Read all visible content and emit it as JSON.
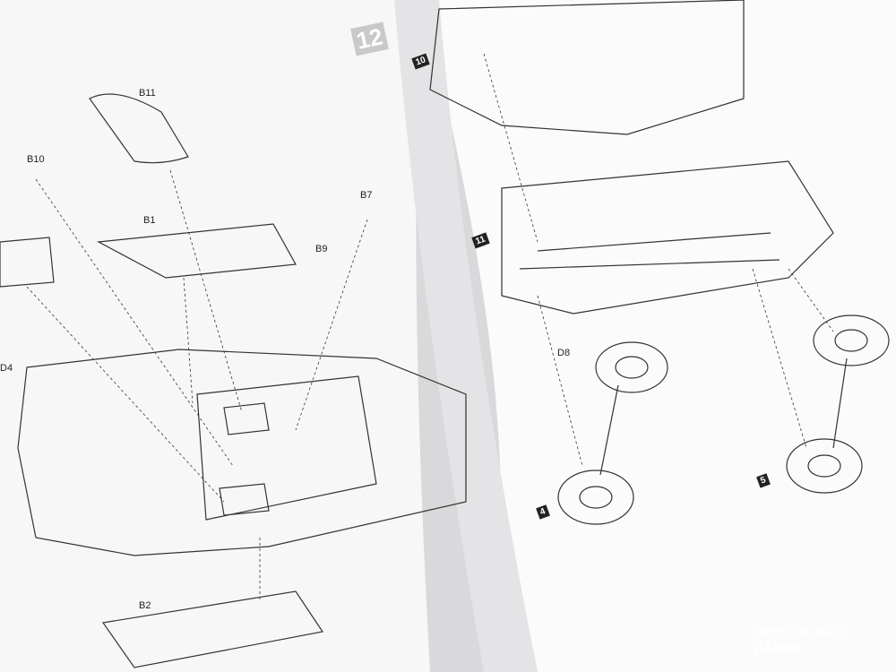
{
  "left_page": {
    "part_labels": [
      "B11",
      "B10",
      "B1",
      "B7",
      "B9",
      "D4",
      "B2"
    ]
  },
  "right_page": {
    "step_number": "12",
    "sub_steps": [
      "10",
      "11",
      "4",
      "5"
    ],
    "part_labels": [
      "D8"
    ]
  },
  "watermark": {
    "line1": "МОДЕЛЬНАЯ",
    "line2": "ЛАВКА"
  }
}
